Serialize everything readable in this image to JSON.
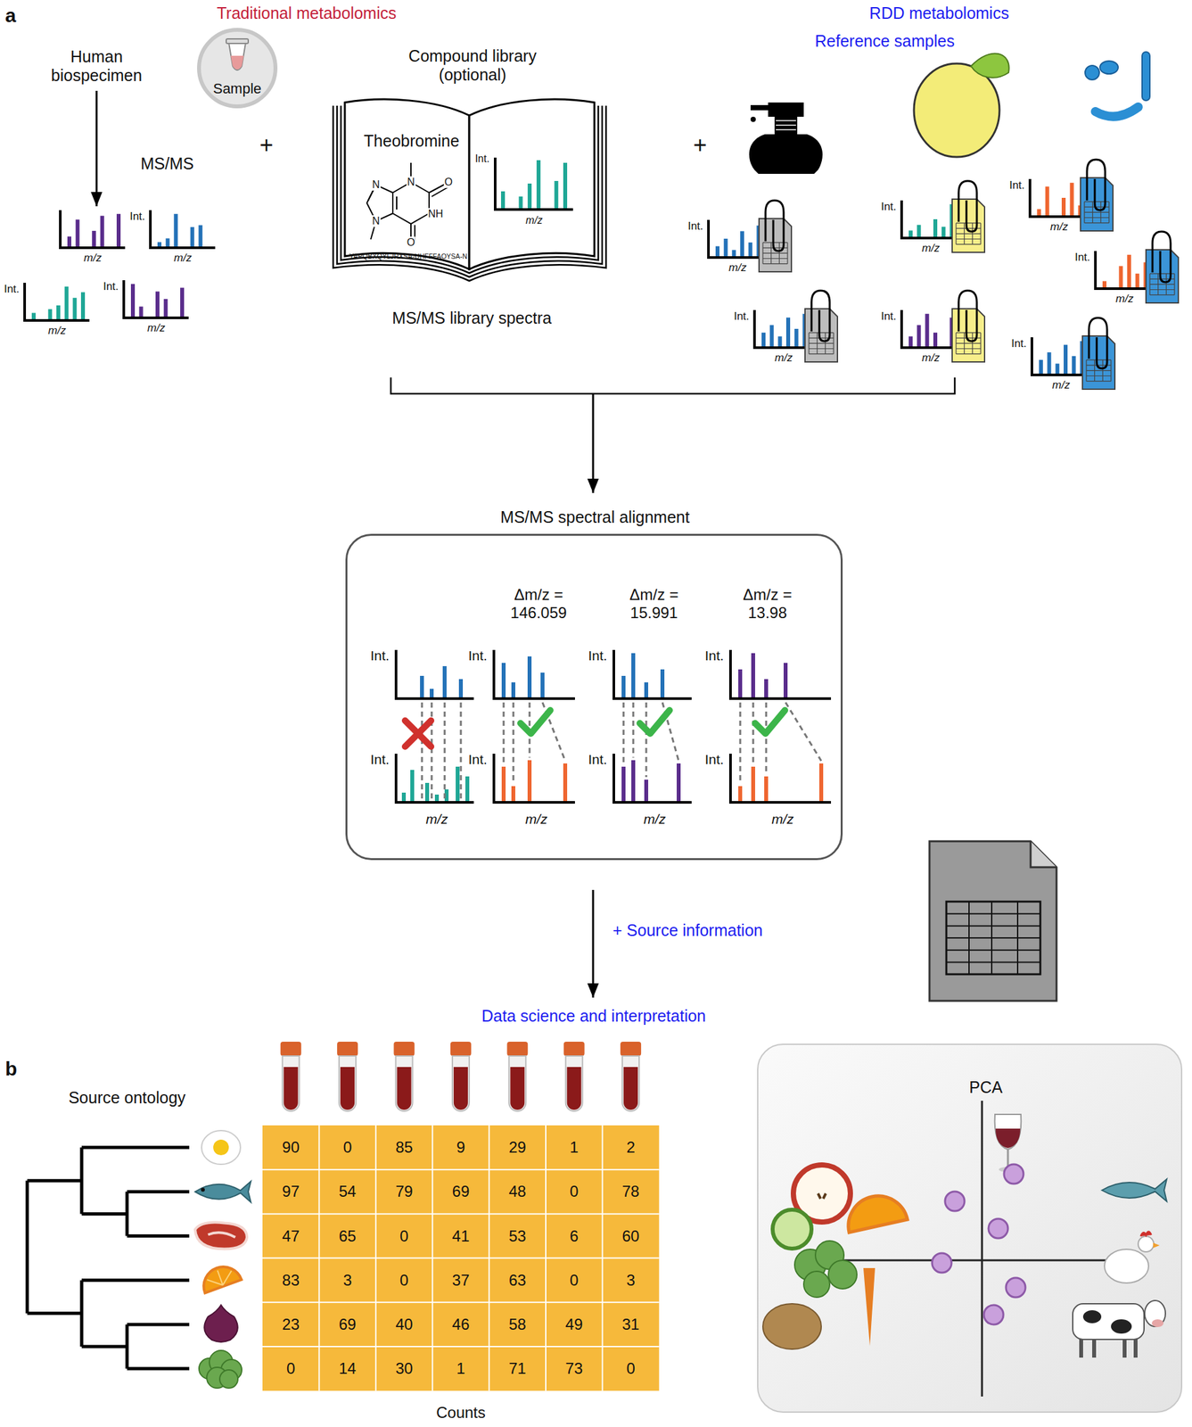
{
  "diagram": {
    "nodes": [
      {
        "text": [
          "Sample"
        ]
      },
      {
        "text": [
          "Compound library (optional)",
          "Theobromine",
          "N",
          "N",
          "O",
          "NH",
          "N",
          "O",
          "YAPQBXQYLJRXSA-UHFFFAOYSA-N",
          "Int.",
          "m/z",
          "MS/MS library spectra"
        ]
      },
      {
        "text": [
          "MS/MS spectral alignment",
          "Δm/z = 146.059",
          "Δm/z = 15.991",
          "Δm/z = 13.98",
          "Int.",
          "Int.",
          "Int.",
          "Int.",
          "Int.",
          "Int.",
          "Int.",
          "Int.",
          "m/z",
          "m/z",
          "m/z",
          "m/z"
        ]
      },
      {
        "text": [
          "PCA"
        ]
      }
    ],
    "labels": [
      "a",
      "Traditional metabolomics",
      "RDD metabolomics",
      "Reference samples",
      "Human biospecimen",
      "MS/MS",
      "+",
      "+",
      "Int.",
      "Int.",
      "Int.",
      "m/z",
      "m/z",
      "m/z",
      "m/z",
      "Int.",
      "Int.",
      "Int.",
      "Int.",
      "Int.",
      "Int.",
      "Int.",
      "m/z",
      "m/z",
      "m/z",
      "m/z",
      "m/z",
      "m/z",
      "m/z",
      "+ Source information",
      "Data science and interpretation",
      "b",
      "Source ontology",
      "90",
      "0",
      "85",
      "9",
      "29",
      "1",
      "2",
      "97",
      "54",
      "79",
      "69",
      "48",
      "0",
      "78",
      "47",
      "65",
      "0",
      "41",
      "53",
      "6",
      "60",
      "83",
      "3",
      "0",
      "37",
      "63",
      "0",
      "3",
      "23",
      "69",
      "40",
      "46",
      "58",
      "49",
      "31",
      "0",
      "14",
      "30",
      "1",
      "71",
      "73",
      "0",
      "Counts"
    ]
  }
}
